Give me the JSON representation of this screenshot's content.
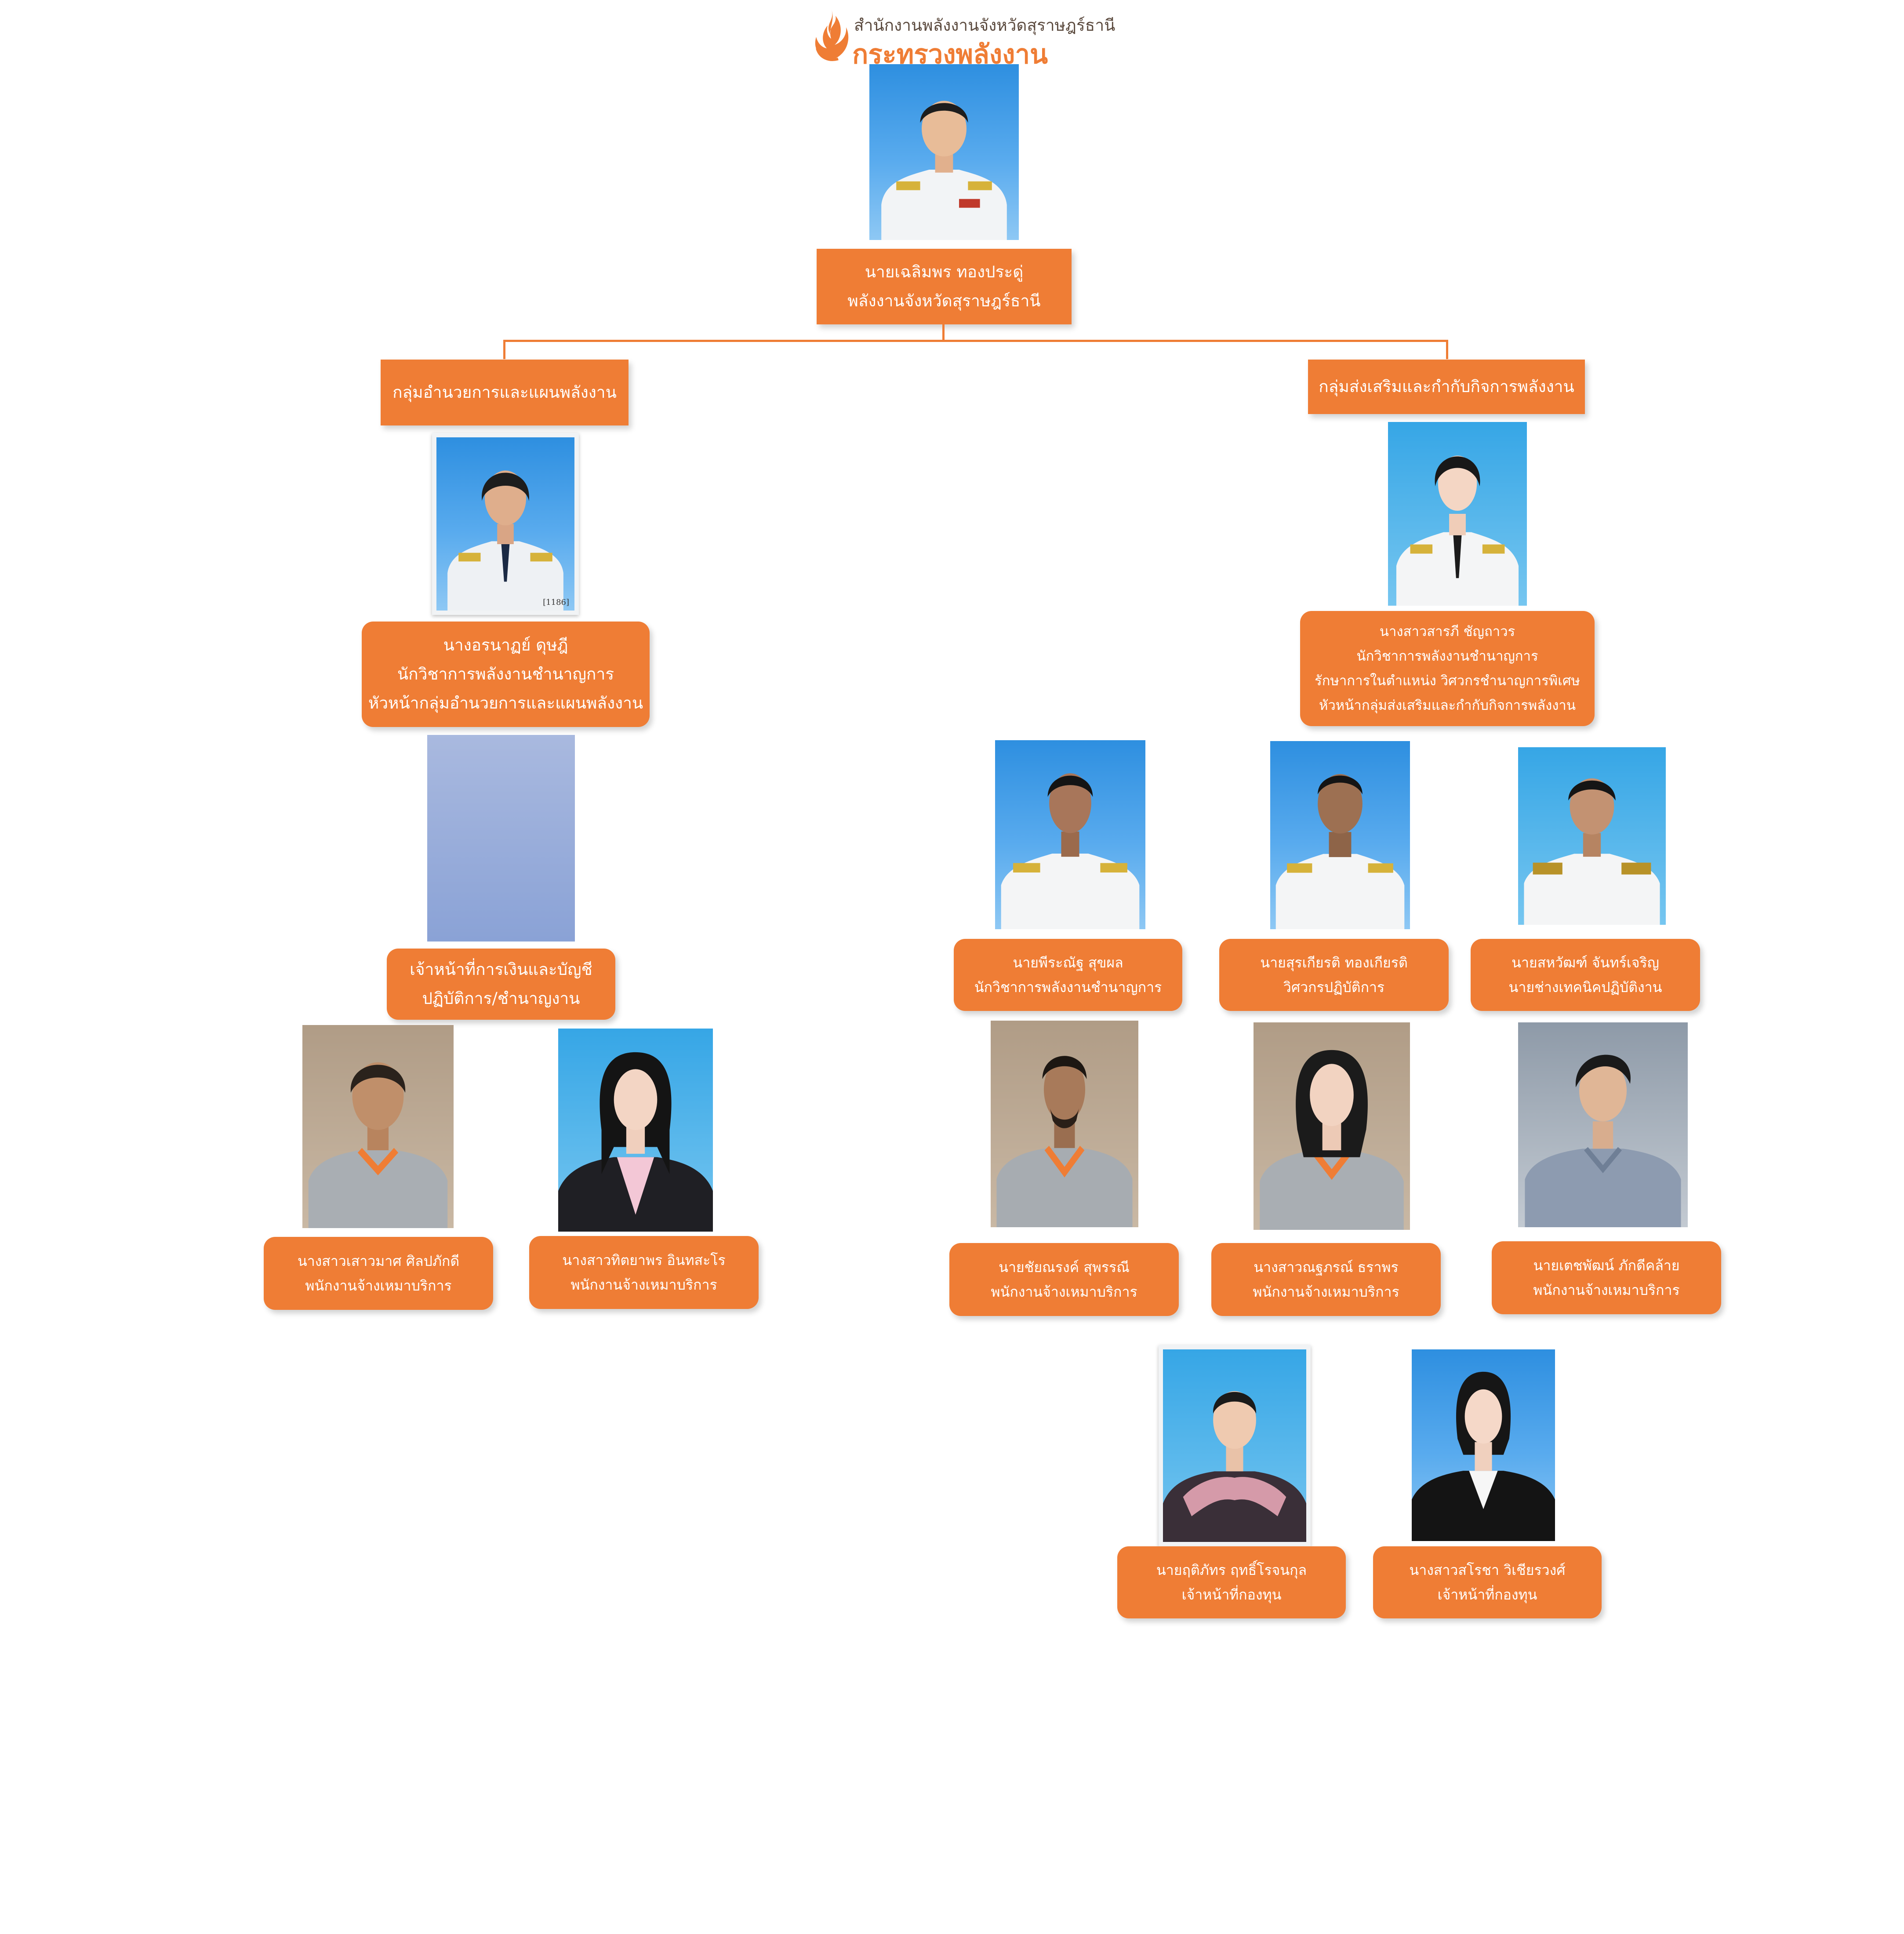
{
  "header": {
    "office_name": "สำนักงานพลังงานจังหวัดสุราษฎร์ธานี",
    "ministry_name": "กระทรวงพลังงาน",
    "logo_icon": "flame-logo-icon"
  },
  "colors": {
    "box": "#ef7d35",
    "text": "#ffffff"
  },
  "director": {
    "name": "นายเฉลิมพร  ทองประดู่",
    "title": "พลังงานจังหวัดสุราษฎร์ธานี"
  },
  "groups": {
    "admin": "กลุ่มอำนวยการและแผนพลังงาน",
    "promotion": "กลุ่มส่งเสริมและกำกับกิจการพลังงาน"
  },
  "admin_head": {
    "name": "นางอรนาฏย์  ดุษฎี",
    "title": "นักวิชาการพลังงานชำนาญการ",
    "role": "หัวหน้ากลุ่มอำนวยการและแผนพลังงาน",
    "photo_caption": "[1186]"
  },
  "promotion_head": {
    "name": "นางสาวสารภี ชัญถาวร",
    "title": "นักวิชาการพลังงานชำนาญการ",
    "acting": "รักษาการในตำแหน่ง วิศวกรชำนาญการพิเศษ",
    "role": "หัวหน้ากลุ่มส่งเสริมและกำกับกิจการพลังงาน"
  },
  "finance_position": {
    "line1": "เจ้าหน้าที่การเงินและบัญชี",
    "line2": "ปฏิบัติการ/ชำนาญงาน"
  },
  "admin_staff": [
    {
      "name": "นางสาวเสาวมาศ ศิลปภักดี",
      "title": "พนักงานจ้างเหมาบริการ"
    },
    {
      "name": "นางสาวทิตยาพร  อินทสะโร",
      "title": "พนักงานจ้างเหมาบริการ"
    }
  ],
  "promotion_officers": [
    {
      "name": "นายพีระณัฐ  สุขผล",
      "title": "นักวิชาการพลังงานชำนาญการ"
    },
    {
      "name": "นายสุรเกียรติ ทองเกียรติ",
      "title": "วิศวกรปฏิบัติการ"
    },
    {
      "name": "นายสหวัฒฑ์ จันทร์เจริญ",
      "title": "นายช่างเทคนิคปฏิบัติงาน"
    }
  ],
  "promotion_staff": [
    {
      "name": "นายชัยณรงค์ สุพรรณี",
      "title": "พนักงานจ้างเหมาบริการ"
    },
    {
      "name": "นางสาวณฐภรณ์ ธราพร",
      "title": "พนักงานจ้างเหมาบริการ"
    },
    {
      "name": "นายเตชพัฒน์ ภักดีคล้าย",
      "title": "พนักงานจ้างเหมาบริการ"
    }
  ],
  "fund_staff": [
    {
      "name": "นายฤติภัทร  ฤทธิ์โรจนกุล",
      "title": "เจ้าหน้าที่กองทุน"
    },
    {
      "name": "นางสาวสโรชา  วิเชียรวงศ์",
      "title": "เจ้าหน้าที่กองทุน"
    }
  ]
}
